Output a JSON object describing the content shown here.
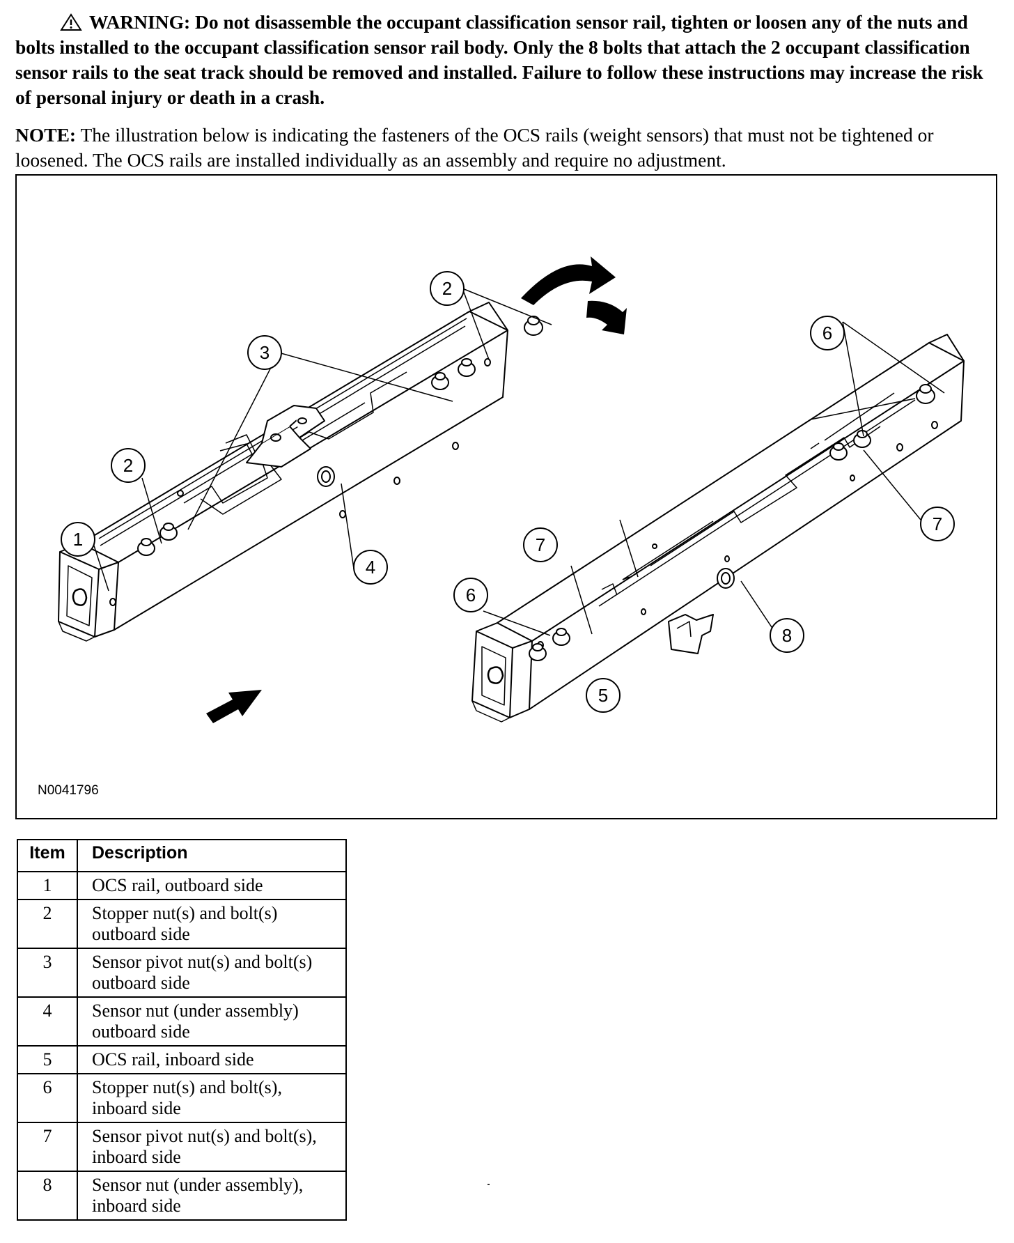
{
  "warning": {
    "icon": "warning-triangle-icon",
    "text": "WARNING: Do not disassemble the occupant classification sensor rail, tighten or loosen any of the nuts and bolts installed to the occupant classification sensor rail body. Only the 8 bolts that attach the 2 occupant classification sensor rails to the  seat track should be removed and installed. Failure to follow these instructions may increase the risk of personal injury or death in a crash."
  },
  "note": {
    "label": "NOTE:",
    "text": " The illustration below is indicating the fasteners of the OCS rails (weight sensors) that must not be tightened or loosened. The OCS rails are installed individually as an assembly and require no adjustment."
  },
  "figure": {
    "code": "N0041796",
    "callouts": [
      "1",
      "2",
      "2",
      "3",
      "4",
      "5",
      "6",
      "6",
      "7",
      "7",
      "8"
    ]
  },
  "table": {
    "headers": [
      "Item",
      "Description"
    ],
    "rows": [
      {
        "item": "1",
        "description": "OCS rail, outboard side"
      },
      {
        "item": "2",
        "description": "Stopper nut(s) and bolt(s) outboard side"
      },
      {
        "item": "3",
        "description": "Sensor pivot nut(s) and bolt(s) outboard side"
      },
      {
        "item": "4",
        "description": "Sensor nut (under assembly) outboard side"
      },
      {
        "item": "5",
        "description": "OCS rail, inboard side"
      },
      {
        "item": "6",
        "description": "Stopper nut(s) and bolt(s), inboard side"
      },
      {
        "item": "7",
        "description": "Sensor pivot nut(s) and bolt(s), inboard side"
      },
      {
        "item": "8",
        "description": "Sensor nut (under assembly), inboard side"
      }
    ]
  }
}
